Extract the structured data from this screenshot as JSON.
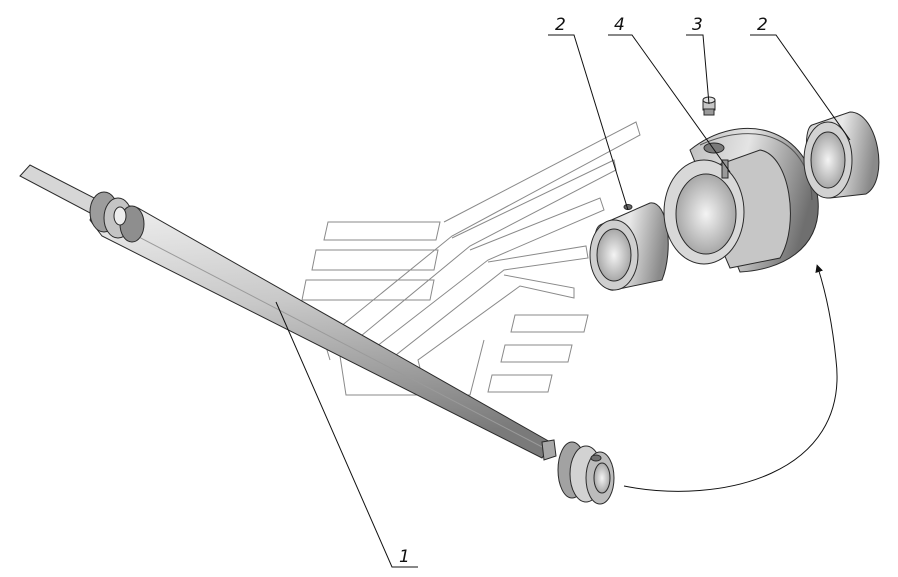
{
  "diagram": {
    "callouts": [
      {
        "id": "shaft",
        "label": "1"
      },
      {
        "id": "bushing-left",
        "label": "2"
      },
      {
        "id": "bushing-right",
        "label": "2"
      },
      {
        "id": "grease-fitting",
        "label": "3"
      },
      {
        "id": "hub",
        "label": "4"
      }
    ]
  },
  "colors": {
    "metal_light": "#e2e2e2",
    "metal_mid": "#b4b4b4",
    "metal_dark": "#6e6e6e",
    "outline": "#2a2a2a",
    "watermark": "#8a8a8a"
  }
}
